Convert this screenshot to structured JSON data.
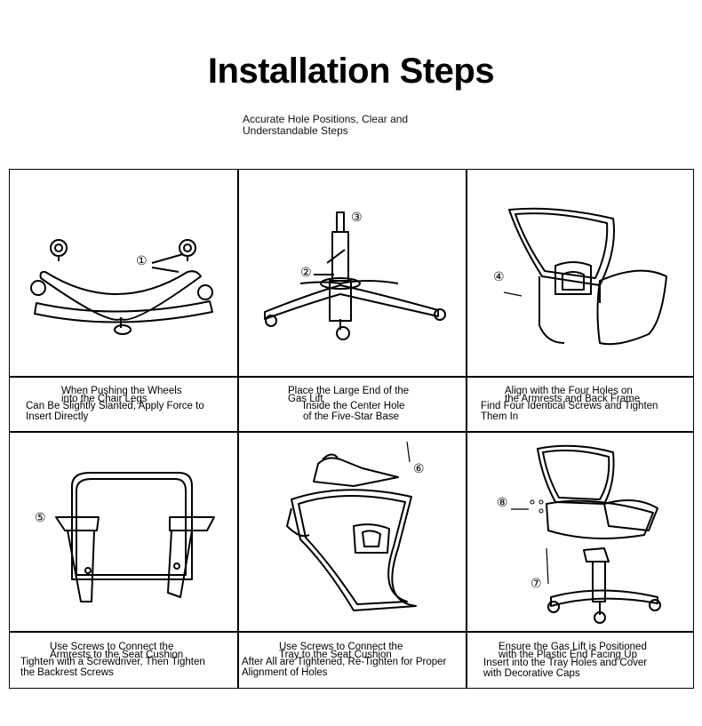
{
  "header": {
    "title": "Installation Steps",
    "subtitle_line1": "Accurate Hole Positions, Clear and",
    "subtitle_line2": "Understandable Steps"
  },
  "steps": [
    {
      "markers": [
        "①"
      ],
      "caption_line1": "When Pushing the Wheels",
      "caption_line2": "into the Chair Legs",
      "caption_line3": "Can Be Slightly Slanted, Apply Force to",
      "caption_line4": "Insert Directly"
    },
    {
      "markers": [
        "②",
        "③"
      ],
      "caption_line1": "Place the Large End of the",
      "caption_line2": "Gas Lift",
      "caption_line3": "Inside the Center Hole",
      "caption_line4": "of the Five-Star Base"
    },
    {
      "markers": [
        "④"
      ],
      "caption_line1": "Align with the Four Holes on",
      "caption_line2": "the Armrests and Back Frame",
      "caption_line3": "Find Four Identical Screws and Tighten",
      "caption_line4": "Them In"
    },
    {
      "markers": [
        "⑤"
      ],
      "caption_line1": "Use Screws to Connect the",
      "caption_line2": "Armrests to the Seat Cushion",
      "caption_line3": "Tighten with a Screwdriver, Then Tighten",
      "caption_line4": "the Backrest Screws"
    },
    {
      "markers": [
        "⑥"
      ],
      "caption_line1": "Use Screws to Connect the",
      "caption_line2": "Tray to the Seat Cushion",
      "caption_line3": "After All are Tightened, Re-Tighten for Proper",
      "caption_line4": "Alignment of Holes"
    },
    {
      "markers": [
        "⑧",
        "⑦"
      ],
      "caption_line1": "Ensure the Gas Lift is Positioned",
      "caption_line2": "with the Plastic End Facing Up",
      "caption_line3": "Insert into the Tray Holes and Cover",
      "caption_line4": "with Decorative Caps"
    }
  ]
}
